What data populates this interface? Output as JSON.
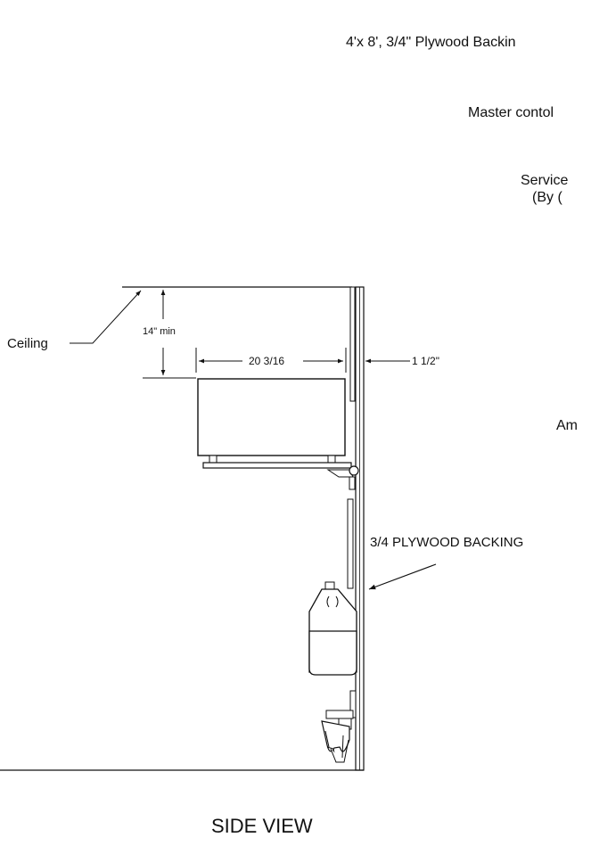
{
  "labels": {
    "plywood_backing_top": "4'x 8', 3/4\" Plywood Backin",
    "master_control": "Master contol",
    "service_line1": "Service",
    "service_line2": "(By (",
    "ceiling": "Ceiling",
    "clearance": "14\" min",
    "width_dim": "20 3/16",
    "offset_dim": "1 1/2\"",
    "am_partial": "Am",
    "plywood_backing": "3/4 PLYWOOD BACKING",
    "view_title": "SIDE VIEW"
  },
  "colors": {
    "line": "#111111",
    "background": "#ffffff"
  }
}
